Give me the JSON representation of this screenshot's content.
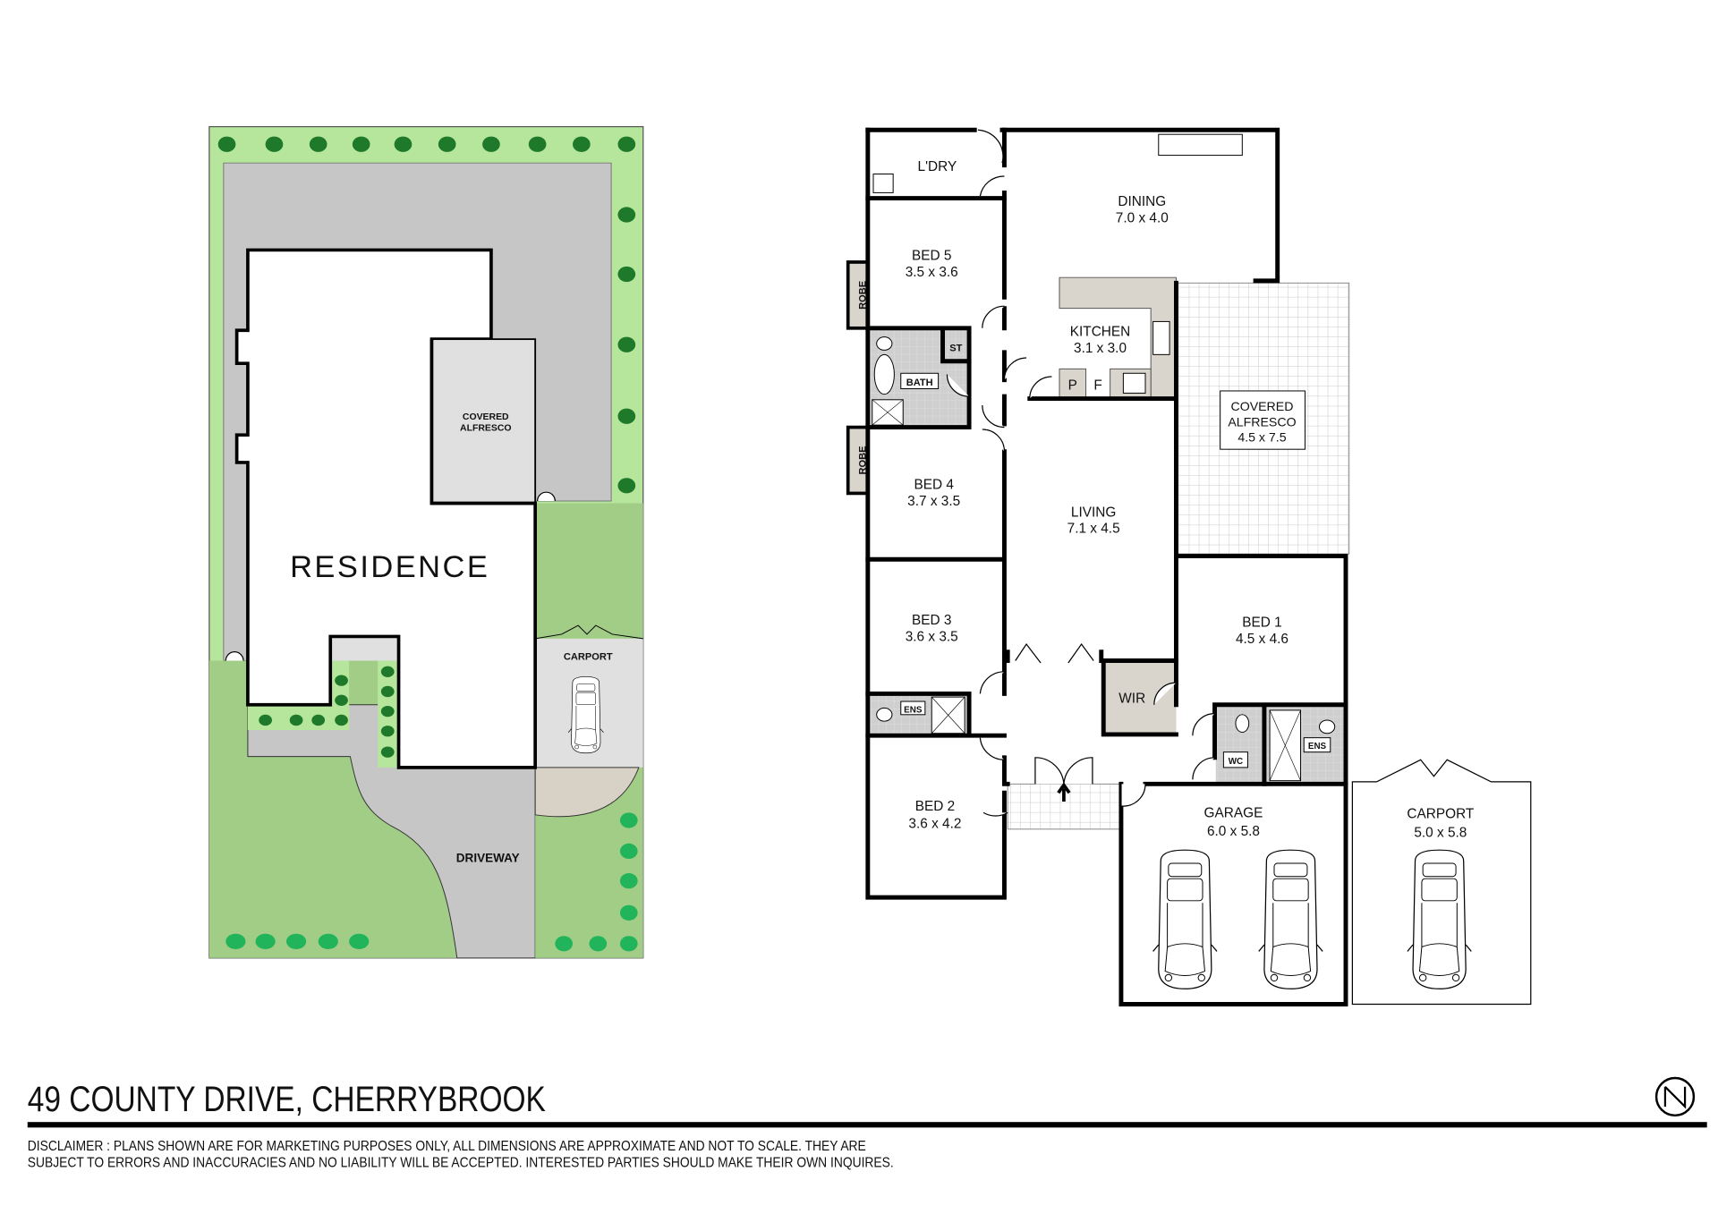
{
  "site_plan": {
    "residence_label": "RESIDENCE",
    "alfresco_label_1": "COVERED",
    "alfresco_label_2": "ALFRESCO",
    "carport_label": "CARPORT",
    "driveway_label": "DRIVEWAY"
  },
  "floor_plan": {
    "rooms": {
      "laundry": {
        "name": "L'DRY"
      },
      "dining": {
        "name": "DINING",
        "size": "7.0 x 4.0"
      },
      "bed5": {
        "name": "BED 5",
        "size": "3.5 x 3.6"
      },
      "robe1": {
        "name": "ROBE"
      },
      "robe2": {
        "name": "ROBE"
      },
      "kitchen": {
        "name": "KITCHEN",
        "size": "3.1 x 3.0"
      },
      "pantry": {
        "name": "P"
      },
      "fridge": {
        "name": "F"
      },
      "storage": {
        "name": "ST"
      },
      "bath": {
        "name": "BATH"
      },
      "alfresco": {
        "name_1": "COVERED",
        "name_2": "ALFRESCO",
        "size": "4.5 x 7.5"
      },
      "bed4": {
        "name": "BED 4",
        "size": "3.7 x 3.5"
      },
      "living": {
        "name": "LIVING",
        "size": "7.1 x 4.5"
      },
      "bed3": {
        "name": "BED 3",
        "size": "3.6 x 3.5"
      },
      "bed1": {
        "name": "BED 1",
        "size": "4.5 x 4.6"
      },
      "wir": {
        "name": "WIR"
      },
      "ens_bed3": {
        "name": "ENS"
      },
      "wc": {
        "name": "WC"
      },
      "ens_bed1": {
        "name": "ENS"
      },
      "bed2": {
        "name": "BED 2",
        "size": "3.6 x 4.2"
      },
      "garage": {
        "name": "GARAGE",
        "size": "6.0 x 5.8"
      },
      "carport": {
        "name": "CARPORT",
        "size": "5.0 x 5.8"
      }
    }
  },
  "footer": {
    "address": "49 COUNTY DRIVE, CHERRYBROOK",
    "disclaimer_line1": "DISCLAIMER :   PLANS SHOWN ARE FOR MARKETING PURPOSES ONLY,  ALL DIMENSIONS ARE APPROXIMATE AND NOT TO SCALE.  THEY ARE",
    "disclaimer_line2": "SUBJECT TO ERRORS AND INACCURACIES AND NO LIABILITY WILL BE ACCEPTED. INTERESTED PARTIES SHOULD MAKE THEIR OWN INQUIRES.",
    "north_label": "N"
  },
  "colors": {
    "lawn_light": "#b6e59c",
    "lawn_mid": "#a1cd87",
    "paving": "#c6c6c6",
    "alfresco": "#e0e0e0",
    "joinery": "#d9d4cc",
    "wet_area": "#cfcfcf"
  }
}
